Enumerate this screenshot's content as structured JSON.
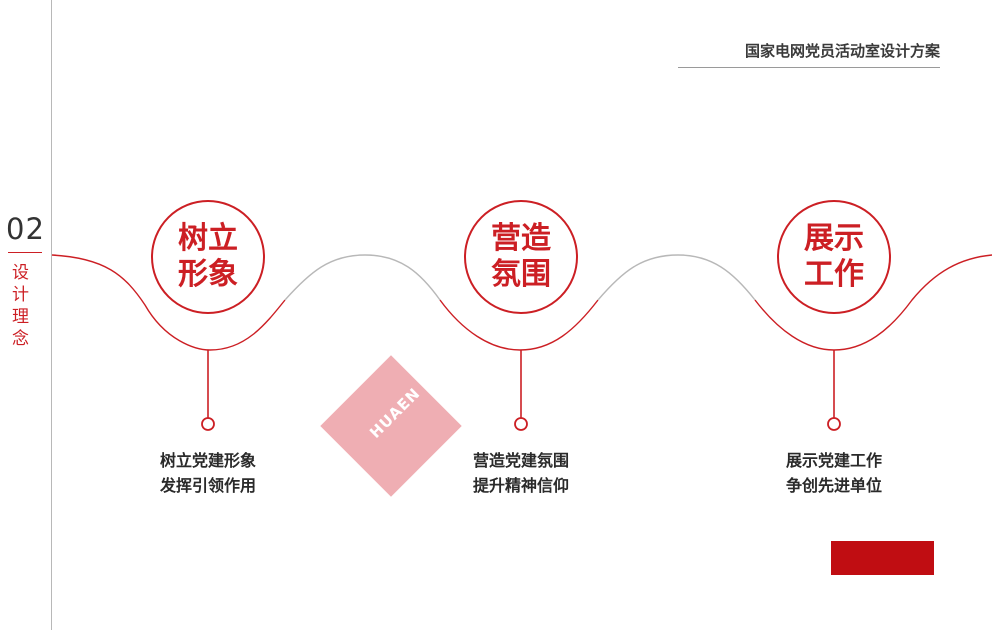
{
  "header": {
    "doc_title": "国家电网党员活动室设计方案"
  },
  "section": {
    "number": "02",
    "title": "设计理念"
  },
  "steps": [
    {
      "circle_label": "树立形象",
      "caption_line1": "树立党建形象",
      "caption_line2": "发挥引领作用"
    },
    {
      "circle_label": "营造氛围",
      "caption_line1": "营造党建氛围",
      "caption_line2": "提升精神信仰"
    },
    {
      "circle_label": "展示工作",
      "caption_line1": "展示党建工作",
      "caption_line2": "争创先进单位"
    }
  ],
  "watermark": {
    "brand": "HUAEN"
  },
  "colors": {
    "accent": "#cc1f24",
    "block": "#c00d12",
    "gray_line": "#b8b8b8"
  }
}
